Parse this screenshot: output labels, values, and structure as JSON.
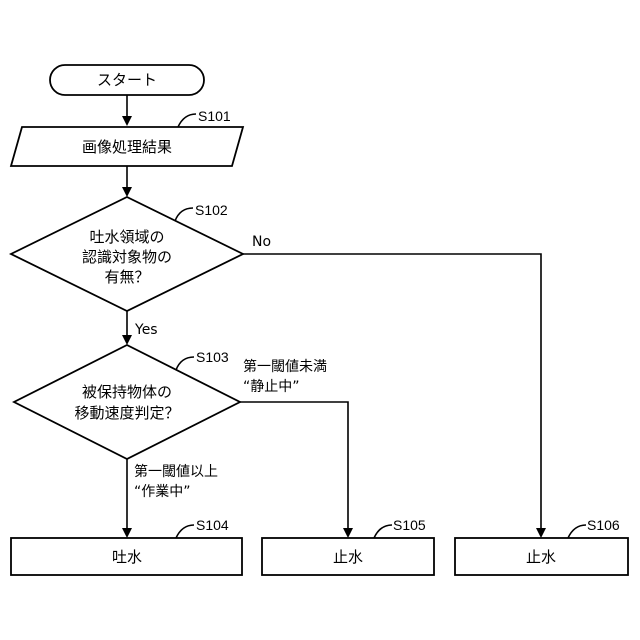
{
  "nodes": {
    "start": {
      "label": "スタート"
    },
    "s101": {
      "step": "S101",
      "label": "画像処理結果"
    },
    "s102": {
      "step": "S102",
      "lines": [
        "吐水領域の",
        "認識対象物の",
        "有無？"
      ]
    },
    "s103": {
      "step": "S103",
      "lines": [
        "被保持物体の",
        "移動速度判定？"
      ]
    },
    "s104": {
      "step": "S104",
      "label": "吐水"
    },
    "s105": {
      "step": "S105",
      "label": "止水"
    },
    "s106": {
      "step": "S106",
      "label": "止水"
    }
  },
  "branches": {
    "s102_no": "No",
    "s102_yes": "Yes",
    "s103_right": [
      "第一閾値未満",
      "“静止中”"
    ],
    "s103_down": [
      "第一閾値以上",
      "“作業中”"
    ]
  }
}
